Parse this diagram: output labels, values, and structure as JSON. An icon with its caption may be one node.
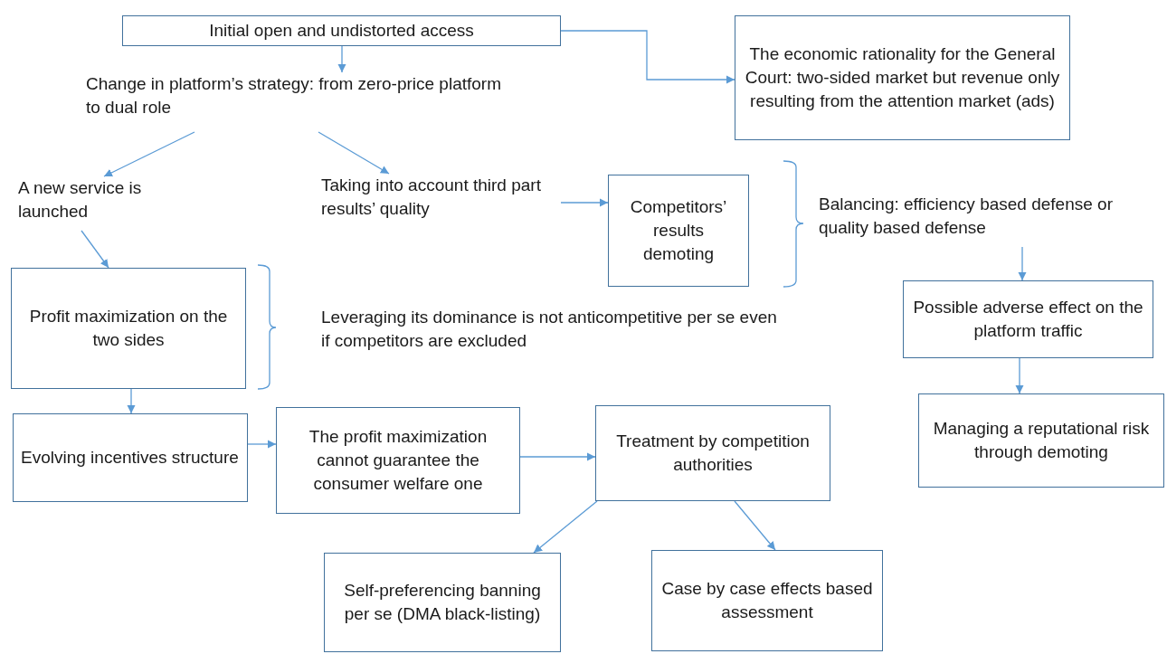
{
  "diagram": {
    "nodes": [
      {
        "text": [
          "Initial open and undistorted access"
        ]
      },
      {
        "text": [
          "The economic rationality for the General Court: two-sided market but revenue only resulting from the attention market (ads)"
        ]
      },
      {
        "text": [
          "Change in platform’s strategy: from zero-price platform to dual role"
        ]
      },
      {
        "text": [
          "A new service is launched"
        ]
      },
      {
        "text": [
          "Taking into account third part results’ quality"
        ]
      },
      {
        "text": [
          "Competitors’ results demoting"
        ]
      },
      {
        "text": [
          "Balancing: efficiency based defense or quality based defense"
        ]
      },
      {
        "text": [
          "Profit maximization on the two sides"
        ]
      },
      {
        "text": [
          "Leveraging its dominance is not anticompetitive per se even if competitors are excluded"
        ]
      },
      {
        "text": [
          "Possible adverse effect on the platform traffic"
        ]
      },
      {
        "text": [
          "Managing a reputational risk through demoting"
        ]
      },
      {
        "text": [
          "Evolving incentives structure"
        ]
      },
      {
        "text": [
          "The profit maximization cannot guarantee the consumer welfare one"
        ]
      },
      {
        "text": [
          "Treatment by competition authorities"
        ]
      },
      {
        "text": [
          "Self-preferencing banning per se (DMA black-listing)"
        ]
      },
      {
        "text": [
          "Case by case effects based assessment"
        ]
      }
    ],
    "edges": [
      {
        "from": 0,
        "to": 2,
        "arrow": "to"
      },
      {
        "from": 0,
        "to": 1,
        "arrow": "to"
      },
      {
        "from": 2,
        "to": 3,
        "arrow": "to"
      },
      {
        "from": 2,
        "to": 4,
        "arrow": "to"
      },
      {
        "from": 3,
        "to": 7,
        "arrow": "to"
      },
      {
        "from": 4,
        "to": 5,
        "arrow": "to"
      },
      {
        "from": 6,
        "to": 9,
        "arrow": "to"
      },
      {
        "from": 9,
        "to": 10,
        "arrow": "to"
      },
      {
        "from": 7,
        "to": 11,
        "arrow": "to"
      },
      {
        "from": 11,
        "to": 12,
        "arrow": "to"
      },
      {
        "from": 12,
        "to": 13,
        "arrow": "to"
      },
      {
        "from": 13,
        "to": 14,
        "arrow": "to"
      },
      {
        "from": 13,
        "to": 15,
        "arrow": "to"
      }
    ]
  }
}
